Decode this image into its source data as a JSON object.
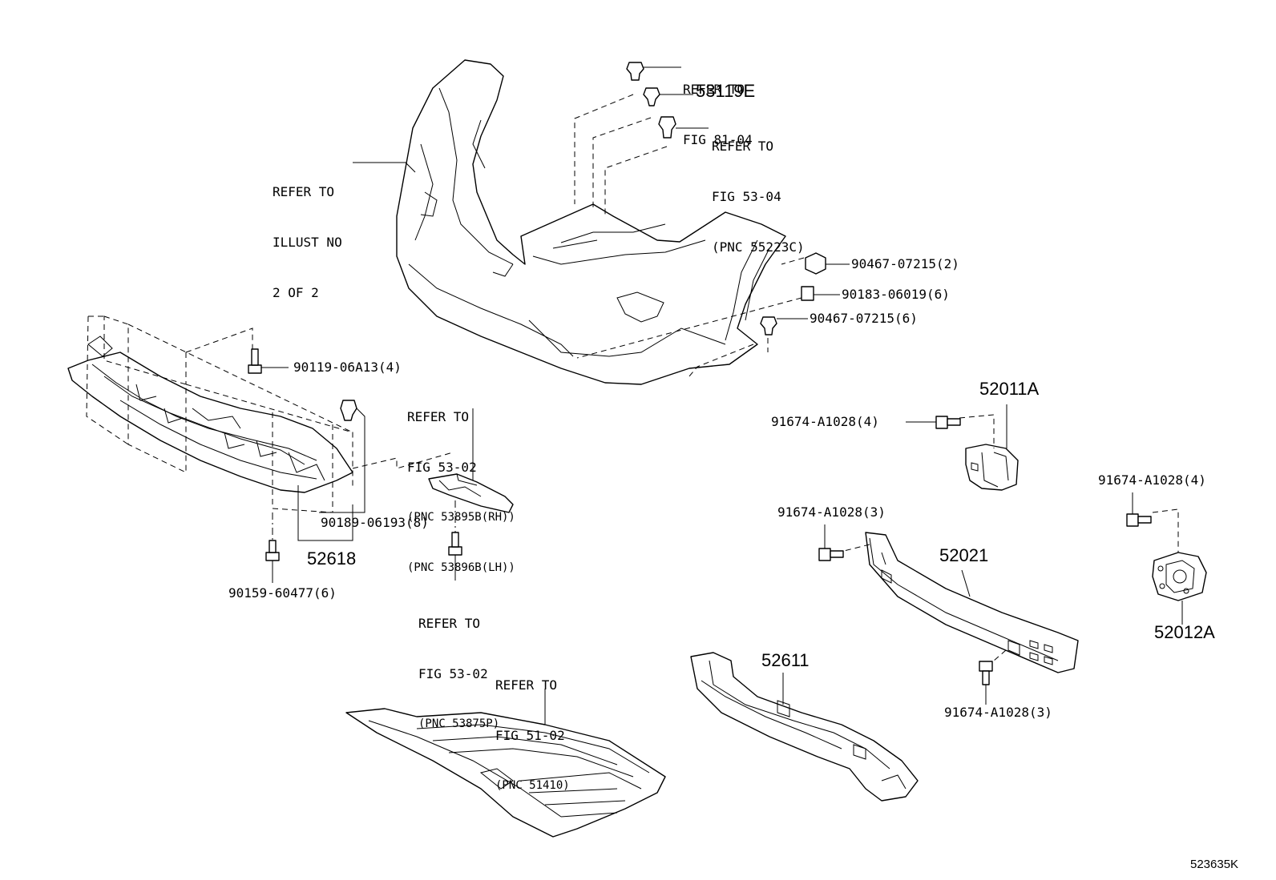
{
  "diagram": {
    "figure_id": "523635K",
    "refer_labels": {
      "fig_81_04": [
        "REFER TO",
        "FIG 81-04"
      ],
      "fig_53_04": [
        "REFER TO",
        "FIG 53-04",
        "(PNC 55223C)"
      ],
      "illust_no": [
        "REFER TO",
        "ILLUST NO",
        "2 OF 2"
      ],
      "fig_53_02_top": [
        "REFER TO",
        "FIG 53-02",
        "(PNC 53895B(RH))",
        "(PNC 53896B(LH))"
      ],
      "fig_53_02_bottom": [
        "REFER TO",
        "FIG 53-02",
        "(PNC 53875P)"
      ],
      "fig_51_02": [
        "REFER TO",
        "FIG 51-02",
        "(PNC 51410)"
      ]
    },
    "part_numbers": {
      "p53119E": "53119E",
      "p90467_2": "90467-07215(2)",
      "p90183": "90183-06019(6)",
      "p90467_6": "90467-07215(6)",
      "p90119": "90119-06A13(4)",
      "p52011A": "52011A",
      "p91674_4_left": "91674-A1028(4)",
      "p91674_4_right": "91674-A1028(4)",
      "p91674_3_top": "91674-A1028(3)",
      "p91674_3_bottom": "91674-A1028(3)",
      "p52021": "52021",
      "p52012A": "52012A",
      "p90189": "90189-06193(8)",
      "p52618": "52618",
      "p90159": "90159-60477(6)",
      "p52611": "52611"
    },
    "icons": [
      "clip-icon",
      "bolt-icon",
      "nut-icon"
    ]
  }
}
